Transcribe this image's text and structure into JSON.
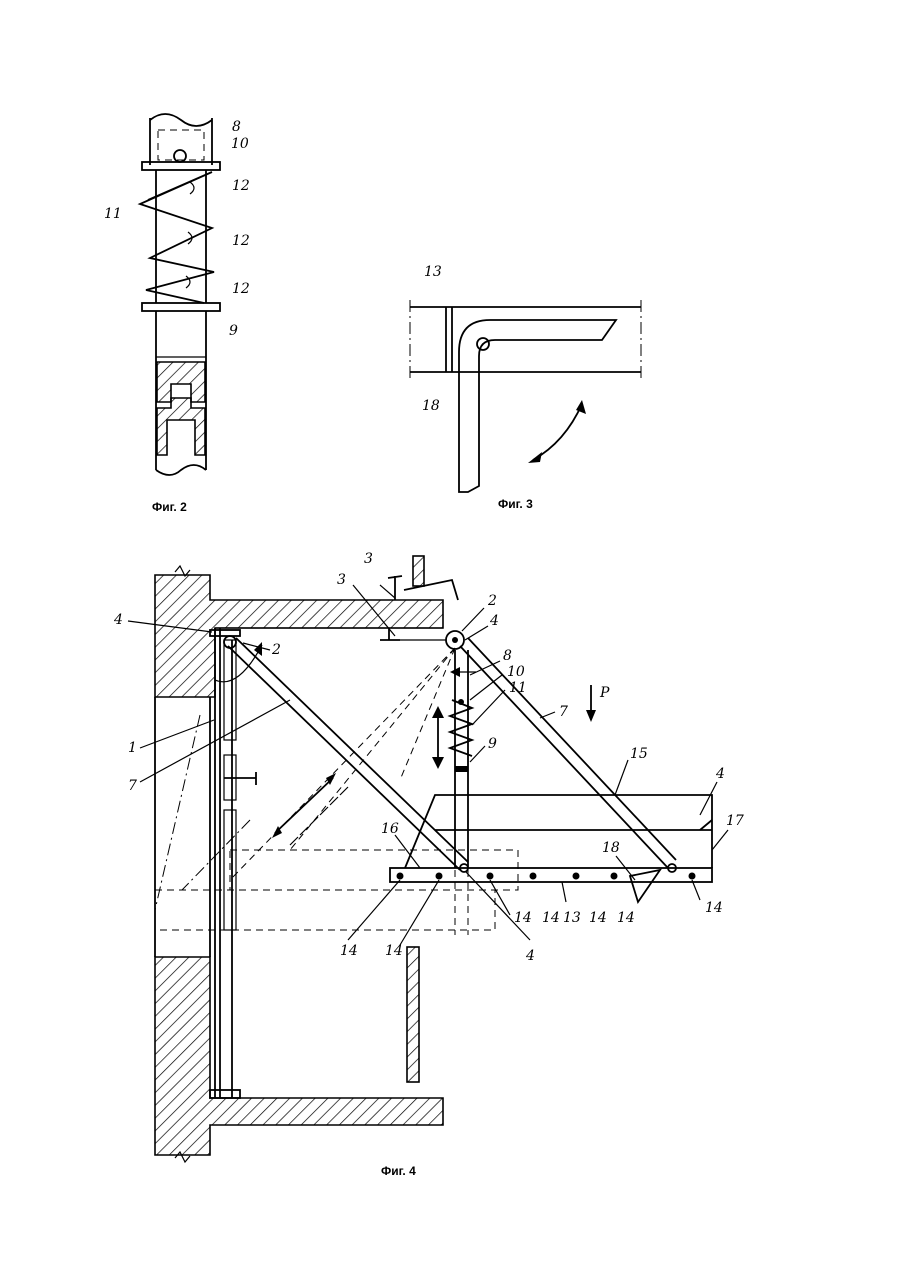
{
  "figures": {
    "fig2": {
      "caption": "Фиг. 2",
      "labels": [
        "8",
        "10",
        "11",
        "12",
        "12",
        "12",
        "9"
      ]
    },
    "fig3": {
      "caption": "Фиг. 3",
      "labels": [
        "13",
        "18"
      ]
    },
    "fig4": {
      "caption": "Фиг. 4",
      "labels": [
        "3",
        "3",
        "4",
        "2",
        "2",
        "4",
        "8",
        "10",
        "11",
        "P",
        "7",
        "9",
        "1",
        "7",
        "15",
        "4",
        "17",
        "16",
        "18",
        "14",
        "14",
        "14",
        "14",
        "14",
        "14",
        "13",
        "14",
        "4"
      ]
    }
  }
}
